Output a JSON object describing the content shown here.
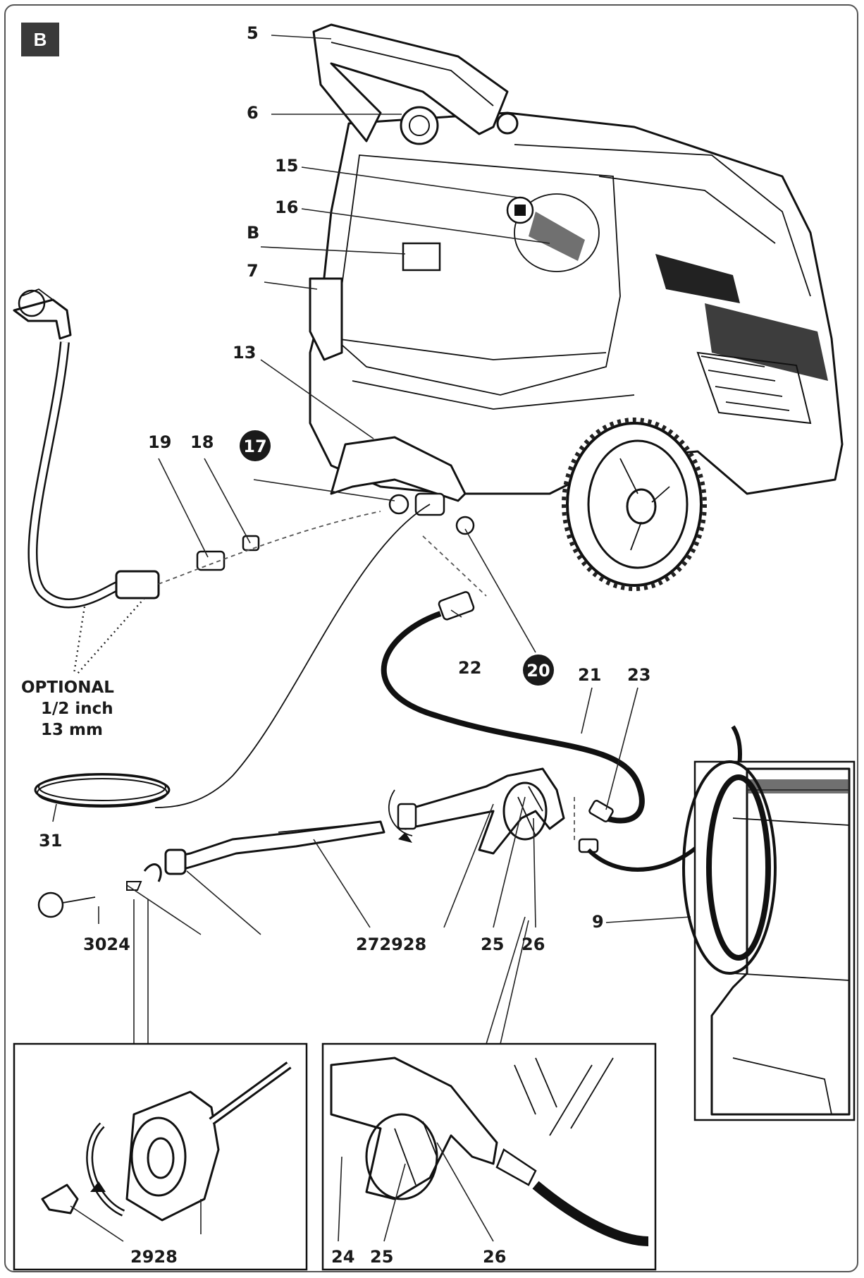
{
  "panel_badge": "B",
  "callouts": {
    "c5": "5",
    "c6": "6",
    "c15": "15",
    "c16": "16",
    "cB": "B",
    "c7": "7",
    "c13": "13",
    "c19": "19",
    "c18": "18",
    "c17": "17",
    "c22": "22",
    "c20": "20",
    "c21": "21",
    "c23": "23",
    "c31": "31",
    "c9": "9",
    "c3024": "3024",
    "c272928": "272928",
    "c25a": "25",
    "c26a": "26",
    "c2928": "2928",
    "c24": "24",
    "c25b": "25",
    "c26b": "26"
  },
  "optional_note": {
    "line1": "OPTIONAL",
    "line2": "1/2 inch",
    "line3": "13 mm"
  }
}
